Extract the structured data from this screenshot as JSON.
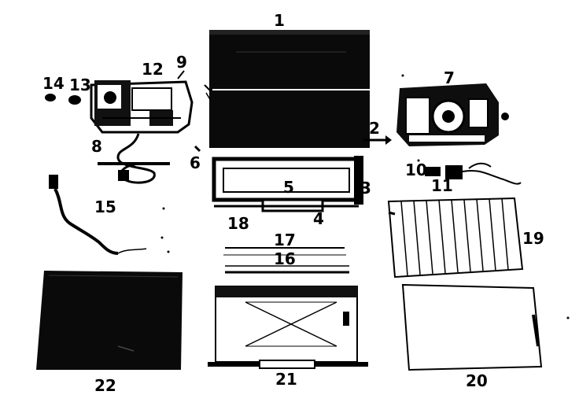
{
  "diagram": {
    "ink_color": "#000000",
    "paper_color": "#ffffff",
    "callouts": [
      {
        "id": "1",
        "text": "1"
      },
      {
        "id": "2",
        "text": "2"
      },
      {
        "id": "3",
        "text": "3"
      },
      {
        "id": "4",
        "text": "4"
      },
      {
        "id": "5",
        "text": "5"
      },
      {
        "id": "6",
        "text": "6"
      },
      {
        "id": "7",
        "text": "7"
      },
      {
        "id": "8",
        "text": "8"
      },
      {
        "id": "9",
        "text": "9"
      },
      {
        "id": "10",
        "text": "10"
      },
      {
        "id": "11",
        "text": "11"
      },
      {
        "id": "12",
        "text": "12"
      },
      {
        "id": "13",
        "text": "13"
      },
      {
        "id": "14",
        "text": "14"
      },
      {
        "id": "15",
        "text": "15"
      },
      {
        "id": "16",
        "text": "16"
      },
      {
        "id": "17",
        "text": "17"
      },
      {
        "id": "18",
        "text": "18"
      },
      {
        "id": "19",
        "text": "19"
      },
      {
        "id": "20",
        "text": "20"
      },
      {
        "id": "21",
        "text": "21"
      },
      {
        "id": "22",
        "text": "22"
      }
    ],
    "parts": [
      {
        "callout": "1",
        "icon": "top-cover-shape"
      },
      {
        "callout": "2",
        "icon": "screw-shape"
      },
      {
        "callout": "3",
        "icon": "frame-corner-shape"
      },
      {
        "callout": "4",
        "icon": "handle-shape"
      },
      {
        "callout": "5",
        "icon": "rectangular-frame-shape"
      },
      {
        "callout": "6",
        "icon": "screw-shape"
      },
      {
        "callout": "7",
        "icon": "motor-unit-shape"
      },
      {
        "callout": "8",
        "icon": "cable-shape"
      },
      {
        "callout": "9",
        "icon": "bracket-shape"
      },
      {
        "callout": "10",
        "icon": "small-part-shape"
      },
      {
        "callout": "11",
        "icon": "cord-assembly-shape"
      },
      {
        "callout": "12",
        "icon": "motor-unit-shape"
      },
      {
        "callout": "13",
        "icon": "round-button-shape"
      },
      {
        "callout": "14",
        "icon": "round-button-shape"
      },
      {
        "callout": "15",
        "icon": "power-cord-shape"
      },
      {
        "callout": "16",
        "icon": "strip-shape"
      },
      {
        "callout": "17",
        "icon": "strip-shape"
      },
      {
        "callout": "18",
        "icon": "frame-edge-shape"
      },
      {
        "callout": "19",
        "icon": "slatted-panel-shape"
      },
      {
        "callout": "20",
        "icon": "flat-panel-shape"
      },
      {
        "callout": "21",
        "icon": "base-tray-shape"
      },
      {
        "callout": "22",
        "icon": "carrying-case-shape"
      }
    ]
  }
}
